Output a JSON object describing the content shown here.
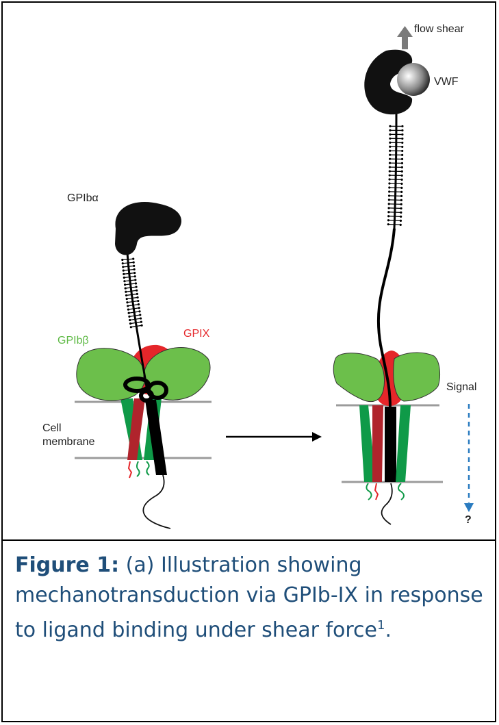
{
  "figure": {
    "labels": {
      "flow_shear": "flow shear",
      "vwf": "VWF",
      "gpiba": "GPIbα",
      "gpibb": "GPIbβ",
      "gpix": "GPIX",
      "cell": "Cell",
      "membrane": "membrane",
      "signal": "Signal",
      "question": "?"
    },
    "colors": {
      "gpibb_green": "#6cbf4b",
      "gpibb_dark_green": "#0f9a48",
      "gpix_red": "#e5262a",
      "gpix_dark_red": "#b0242c",
      "membrane_gray": "#9b9b9b",
      "signal_blue": "#2a7bc0",
      "caption_blue": "#1f4e79"
    }
  },
  "caption": {
    "lead": "Figure 1:",
    "body": " (a) Illustration showing mechanotransduction via GPIb-IX in response to ligand binding under shear force",
    "superscript": "1",
    "end": "."
  }
}
